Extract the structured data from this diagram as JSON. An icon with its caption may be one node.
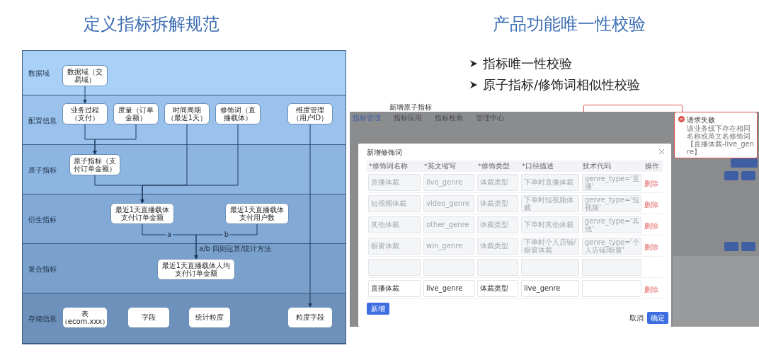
{
  "diagram": {
    "title": "定义指标拆解规范",
    "nodes": [
      {
        "text": [
          "数据域"
        ]
      },
      {
        "text": [
          "数据域（交易域）"
        ],
        "in": 0
      },
      {
        "text": [
          "配置信息"
        ]
      },
      {
        "text": [
          "业务过程（支付）"
        ],
        "in": 2
      },
      {
        "text": [
          "度量（订单金额）"
        ],
        "in": 2
      },
      {
        "text": [
          "时间周期（最近1天）"
        ],
        "in": 2
      },
      {
        "text": [
          "修饰词（直播载体）"
        ],
        "in": 2
      },
      {
        "text": [
          "维度管理（用户ID）"
        ],
        "in": 2
      },
      {
        "text": [
          "原子指标"
        ]
      },
      {
        "text": [
          "原子指标（支付订单金额）"
        ],
        "in": 8
      },
      {
        "text": [
          "衍生指标"
        ]
      },
      {
        "text": [
          "最近1天直播载体支付订单金额"
        ],
        "in": 10
      },
      {
        "text": [
          "最近1天直播载体支付用户数"
        ],
        "in": 10
      },
      {
        "text": [
          "复合指标"
        ]
      },
      {
        "text": [
          "最近1天直播载体人均支付订单金额"
        ],
        "in": 13
      },
      {
        "text": [
          "存储信息"
        ]
      },
      {
        "text": [
          "表（ecom.xxx）"
        ],
        "in": 15
      },
      {
        "text": [
          "字段"
        ],
        "in": 15
      },
      {
        "text": [
          "统计粒度"
        ],
        "in": 15
      },
      {
        "text": [
          "粒度字段"
        ],
        "in": 15
      }
    ],
    "edges": [
      {
        "from": 1,
        "to": 3,
        "arrow": "to"
      },
      {
        "from": 3,
        "to": 9,
        "arrow": "to"
      },
      {
        "from": 4,
        "to": 9,
        "arrow": "to"
      },
      {
        "from": 9,
        "to": 11,
        "arrow": "to"
      },
      {
        "from": 5,
        "to": 11,
        "arrow": "to"
      },
      {
        "from": 6,
        "to": 11,
        "arrow": "to"
      },
      {
        "from": 7,
        "to": 19,
        "arrow": "to"
      },
      {
        "from": 11,
        "to": 14,
        "arrow": "to",
        "label": "a"
      },
      {
        "from": 12,
        "to": 14,
        "arrow": "to",
        "label": "b"
      }
    ],
    "labels": [
      "产品功能唯一性校验",
      "指标唯一性校验",
      "原子指标/修饰词相似性校验",
      "a/b 四则运算/统计方法",
      "新增原子指标",
      "指标管理",
      "指标应用",
      "指标检索",
      "管理中心",
      "请求失败",
      "该业务线下存在相同名称或英文名修饰词【直播体裁-live_genre】",
      "新增修饰词",
      "*修饰词名称",
      "*英文缩写",
      "*修饰类型",
      "*口径描述",
      "技术代码",
      "操作",
      "直播体裁",
      "live_genre",
      "体裁类型",
      "下单时直播体裁",
      "genre_type='直播'",
      "删除",
      "短视频体裁",
      "video_genre",
      "体裁类型",
      "下单时短视频体裁",
      "genre_type='短视频'",
      "删除",
      "其他体裁",
      "other_genre",
      "体裁类型",
      "下单时其他体裁",
      "genre_type='其他'",
      "删除",
      "橱窗体裁",
      "win_genre",
      "体裁类型",
      "下单时个人店铺/橱窗体裁",
      "genre_type='个人店铺/橱窗'",
      "删除",
      "直播体裁",
      "live_genre",
      "体裁类型",
      "live_genre",
      "删除",
      "新增",
      "取消",
      "确定"
    ]
  }
}
